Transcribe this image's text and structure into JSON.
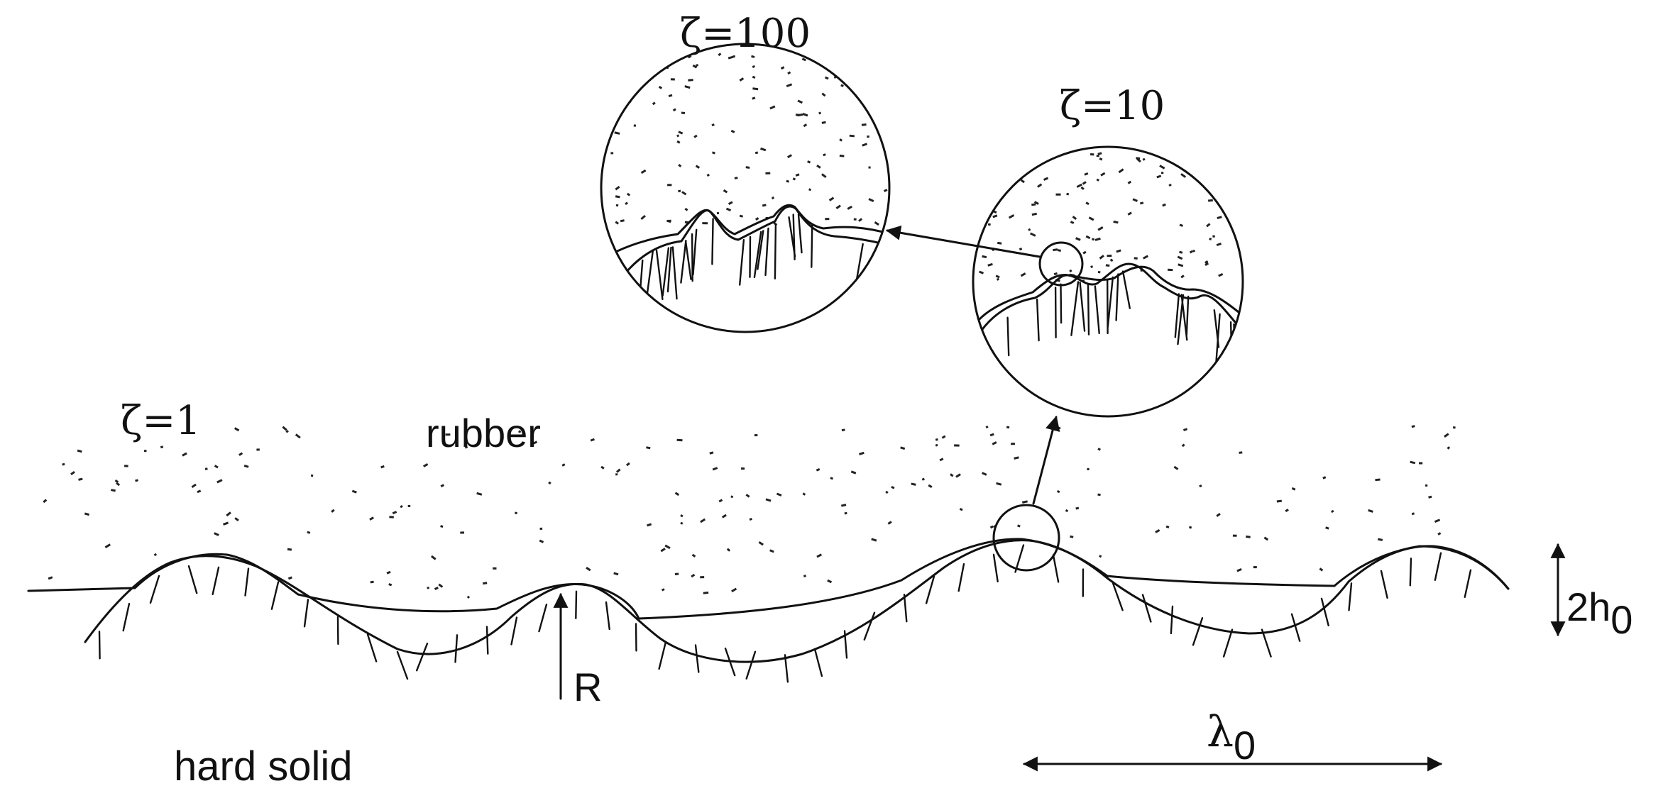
{
  "labels": {
    "zeta_1": "ζ=1",
    "zeta_10": "ζ=10",
    "zeta_100": "ζ=100",
    "rubber": "rubber",
    "hard_solid": "hard solid",
    "radius": "R",
    "amplitude_base": "2h",
    "amplitude_sub": "0",
    "wavelength_base": "λ",
    "wavelength_sub": "0"
  }
}
